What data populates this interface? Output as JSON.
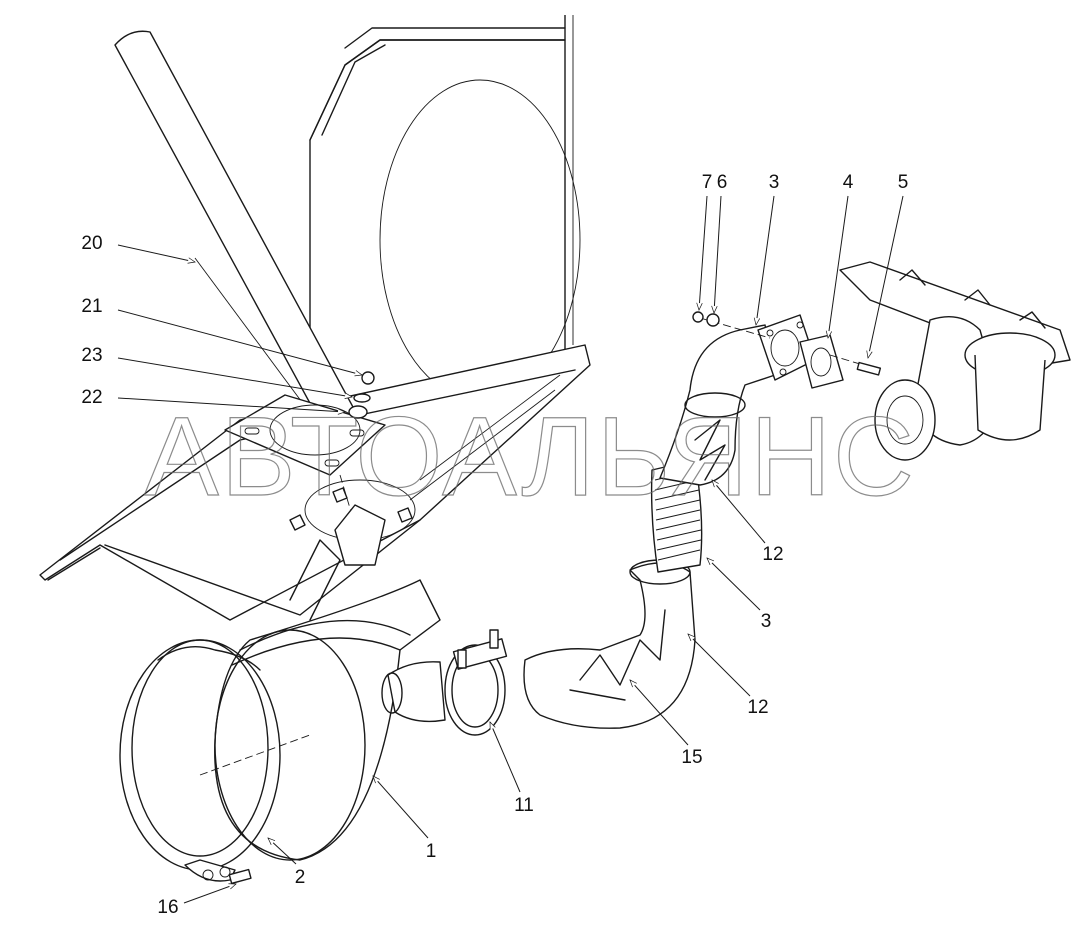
{
  "watermark": "АВТОАЛЬЯНС",
  "callouts": {
    "c20": "20",
    "c21": "21",
    "c23": "23",
    "c22": "22",
    "c7": "7",
    "c6": "6",
    "c3a": "3",
    "c4": "4",
    "c5": "5",
    "c12a": "12",
    "c3b": "3",
    "c12b": "12",
    "c15": "15",
    "c11": "11",
    "c1": "1",
    "c2": "2",
    "c16": "16"
  }
}
